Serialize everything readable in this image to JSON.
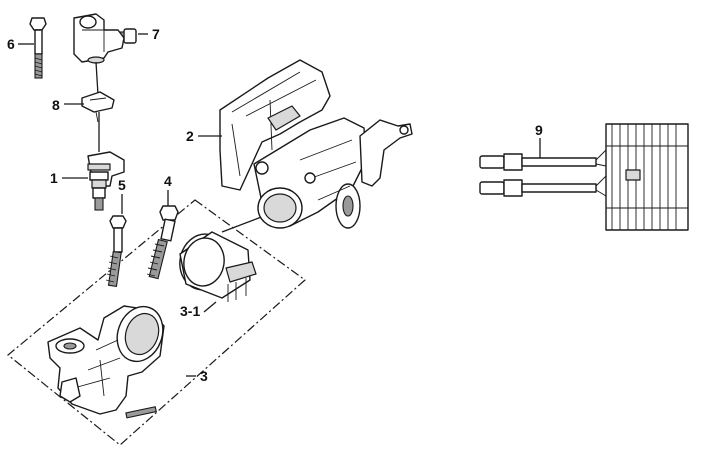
{
  "diagram": {
    "callouts": [
      {
        "id": "c1",
        "text": "1"
      },
      {
        "id": "c2",
        "text": "2"
      },
      {
        "id": "c3",
        "text": "3"
      },
      {
        "id": "c3_1",
        "text": "3-1"
      },
      {
        "id": "c4",
        "text": "4"
      },
      {
        "id": "c5",
        "text": "5"
      },
      {
        "id": "c6",
        "text": "6"
      },
      {
        "id": "c7",
        "text": "7"
      },
      {
        "id": "c8",
        "text": "8"
      },
      {
        "id": "c9",
        "text": "9"
      }
    ]
  }
}
